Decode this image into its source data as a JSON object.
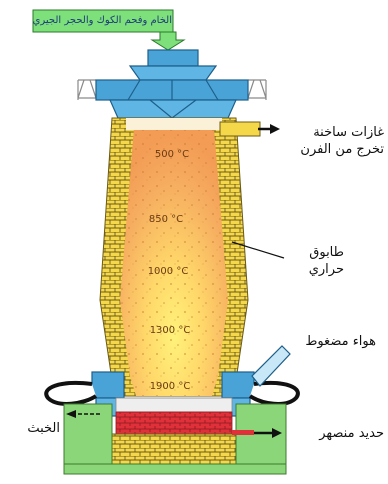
{
  "input_label": "الخام وفحم الكوك والحجر الجيري",
  "temperatures": [
    "500 °C",
    "850 °C",
    "1000 °C",
    "1300 °C",
    "1900 °C"
  ],
  "labels": {
    "hot_gases_line1": "غازات ساخنة",
    "hot_gases_line2": "تخرج من الفرن",
    "brick_line1": "طابوق",
    "brick_line2": "حراري",
    "compressed_air": "هواء مضغوط",
    "slag": "الخبث",
    "molten_iron": "حديد منصهر"
  },
  "colors": {
    "charge_orange": "#f3a65a",
    "hot_yellow": "#fff06a",
    "brick_yellow": "#f4d84a",
    "steel_blue": "#4aa3d6",
    "molten_red": "#e0303a",
    "base_green": "#8cd67a"
  }
}
